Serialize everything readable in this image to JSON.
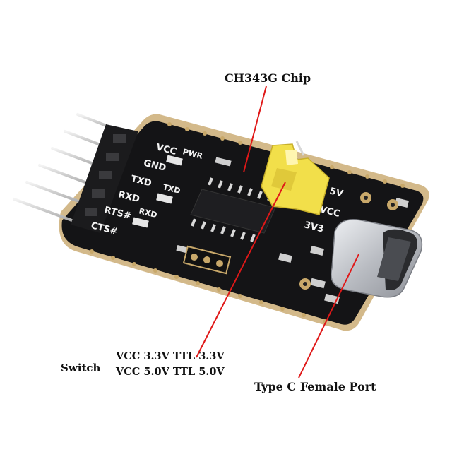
{
  "callouts": {
    "chip": "CH343G Chip",
    "switch_title": "Switch",
    "switch_line1": "VCC 3.3V TTL 3.3V",
    "switch_line2": "VCC 5.0V TTL 5.0V",
    "port": "Type C Female Port"
  },
  "board": {
    "pin_labels": [
      "VCC",
      "GND",
      "TXD",
      "RXD",
      "RTS#",
      "CTS#"
    ],
    "led_labels": [
      "PWR",
      "TXD",
      "RXD"
    ],
    "voltage_labels": [
      "5V",
      "VCC",
      "3V3"
    ]
  },
  "colors": {
    "pcb": "#141416",
    "gold_edge": "#c8a86a",
    "jumper": "#f2df4a",
    "usb_shell": "#c9cbcf",
    "callout_line": "#e01818"
  }
}
